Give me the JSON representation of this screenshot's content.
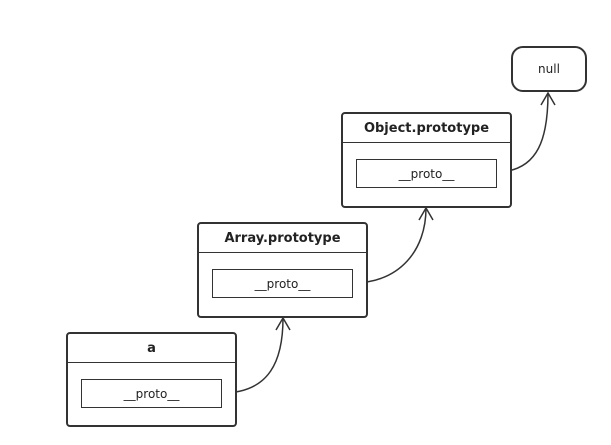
{
  "nodes": {
    "a": {
      "title": "a",
      "field": "__proto__"
    },
    "array_prototype": {
      "title": "Array.prototype",
      "field": "__proto__"
    },
    "object_prototype": {
      "title": "Object.prototype",
      "field": "__proto__"
    },
    "null_node": {
      "label": "null"
    }
  },
  "colors": {
    "stroke": "#333333",
    "background": "#ffffff"
  }
}
